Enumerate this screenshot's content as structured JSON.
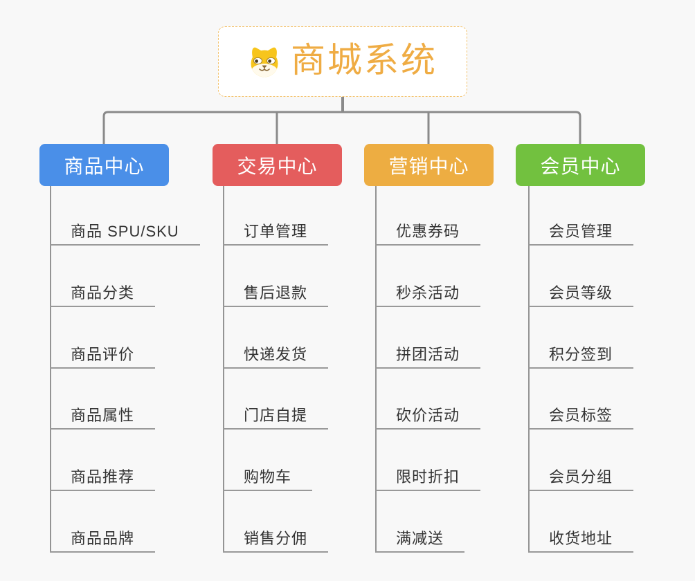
{
  "page": {
    "background": "#f8f8f8"
  },
  "root": {
    "title": "商城系统",
    "icon": "dog-face-icon",
    "text_color": "#efac44",
    "border_color": "#f3c36f"
  },
  "connector_color": "#8a8a8a",
  "leaf_line_color": "#999999",
  "branches": [
    {
      "label": "商品中心",
      "color": "#4a8fe8",
      "items": [
        "商品 SPU/SKU",
        "商品分类",
        "商品评价",
        "商品属性",
        "商品推荐",
        "商品品牌"
      ]
    },
    {
      "label": "交易中心",
      "color": "#e45d5d",
      "items": [
        "订单管理",
        "售后退款",
        "快递发货",
        "门店自提",
        "购物车",
        "销售分佣"
      ]
    },
    {
      "label": "营销中心",
      "color": "#edad42",
      "items": [
        "优惠券码",
        "秒杀活动",
        "拼团活动",
        "砍价活动",
        "限时折扣",
        "满减送"
      ]
    },
    {
      "label": "会员中心",
      "color": "#72c13f",
      "items": [
        "会员管理",
        "会员等级",
        "积分签到",
        "会员标签",
        "会员分组",
        "收货地址"
      ]
    }
  ]
}
